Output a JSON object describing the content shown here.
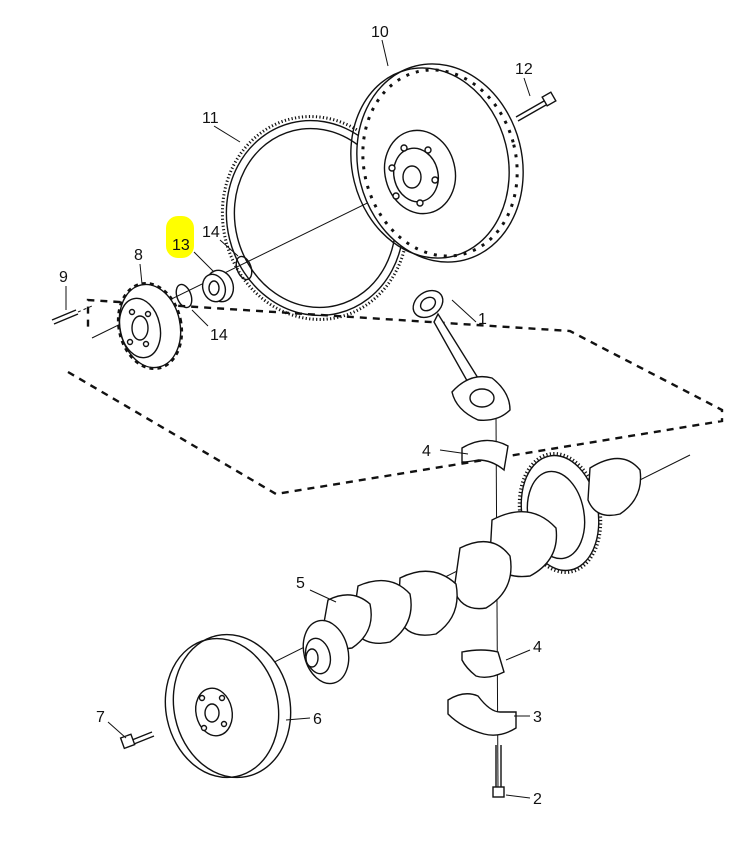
{
  "callouts": {
    "c1": "1",
    "c2": "2",
    "c3": "3",
    "c4a": "4",
    "c4b": "4",
    "c5": "5",
    "c6": "6",
    "c7": "7",
    "c8": "8",
    "c9": "9",
    "c10": "10",
    "c11": "11",
    "c12": "12",
    "c13": "13",
    "c14a": "14",
    "c14b": "14"
  },
  "highlight": {
    "callout": "13",
    "color": "#ffff00"
  },
  "line_color": "#111111",
  "background": "#ffffff"
}
